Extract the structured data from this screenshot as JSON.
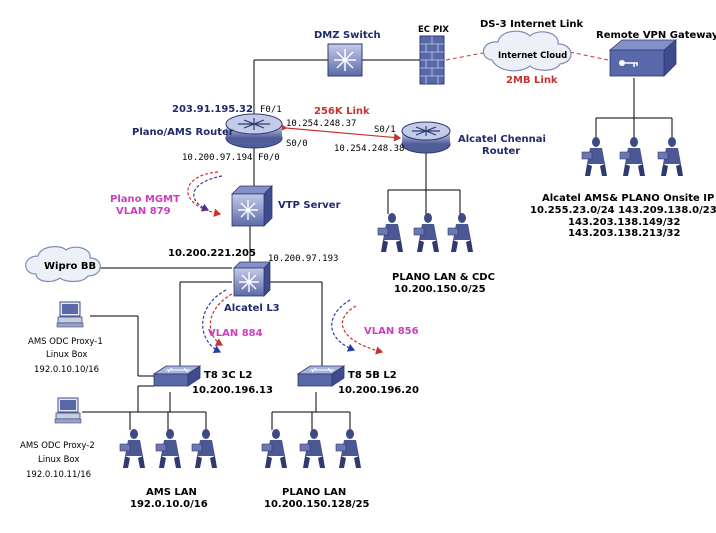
{
  "diagram": {
    "nodes": {
      "dmz_switch": "DMZ Switch",
      "ec_pix": "EC PIX",
      "ds3_link": "DS-3 Internet Link",
      "internet_cloud": "Internet Cloud",
      "link_2mb": "2MB Link",
      "remote_vpn": "Remote VPN Gateway",
      "plano_router": "Plano/AMS Router",
      "ip_20391": "203.91.195.32",
      "f01": "F0/1",
      "link_256k": "256K Link",
      "ip_254_37": "10.254.248.37",
      "s00": "S0/0",
      "s01": "S0/1",
      "ip_254_38": "10.254.248.38",
      "chennai_router_1": "Alcatel Chennai",
      "chennai_router_2": "Router",
      "ip_97_194": "10.200.97.194",
      "f00": "F0/0",
      "plano_mgmt_1": "Plano MGMT",
      "plano_mgmt_2": "VLAN 879",
      "vtp_server": "VTP Server",
      "ip_221_205": "10.200.221.205",
      "ip_97_193": "10.200.97.193",
      "wipro_bb": "Wipro BB",
      "alcatel_l3": "Alcatel L3",
      "vlan_884": "VLAN 884",
      "vlan_856": "VLAN 856",
      "plano_lan_cdc": "PLANO LAN & CDC",
      "plano_lan_cdc_ip": "10.200.150.0/25",
      "alcatel_onsite": "Alcatel AMS& PLANO Onsite IP",
      "onsite_ip_1": "10.255.23.0/24 143.209.138.0/23",
      "onsite_ip_2": "143.203.138.149/32",
      "onsite_ip_3": "143.203.138.213/32",
      "proxy1_1": "AMS ODC Proxy-1",
      "proxy1_2": "Linux Box",
      "proxy1_3": "192.0.10.10/16",
      "proxy2_1": "AMS ODC Proxy-2",
      "proxy2_2": "Linux Box",
      "proxy2_3": "192.0.10.11/16",
      "t8_3c": "T8 3C L2",
      "t8_3c_ip": "10.200.196.13",
      "t8_5b": "T8 5B L2",
      "t8_5b_ip": "10.200.196.20",
      "ams_lan": "AMS LAN",
      "ams_lan_ip": "192.0.10.0/16",
      "plano_lan": "PLANO LAN",
      "plano_lan_ip": "10.200.150.128/25"
    },
    "colors": {
      "navy": "#1f2a6b",
      "red": "#c8322c",
      "pink": "#d23cc0",
      "device": "#4a5a9c",
      "device_light": "#aab3d8"
    }
  }
}
